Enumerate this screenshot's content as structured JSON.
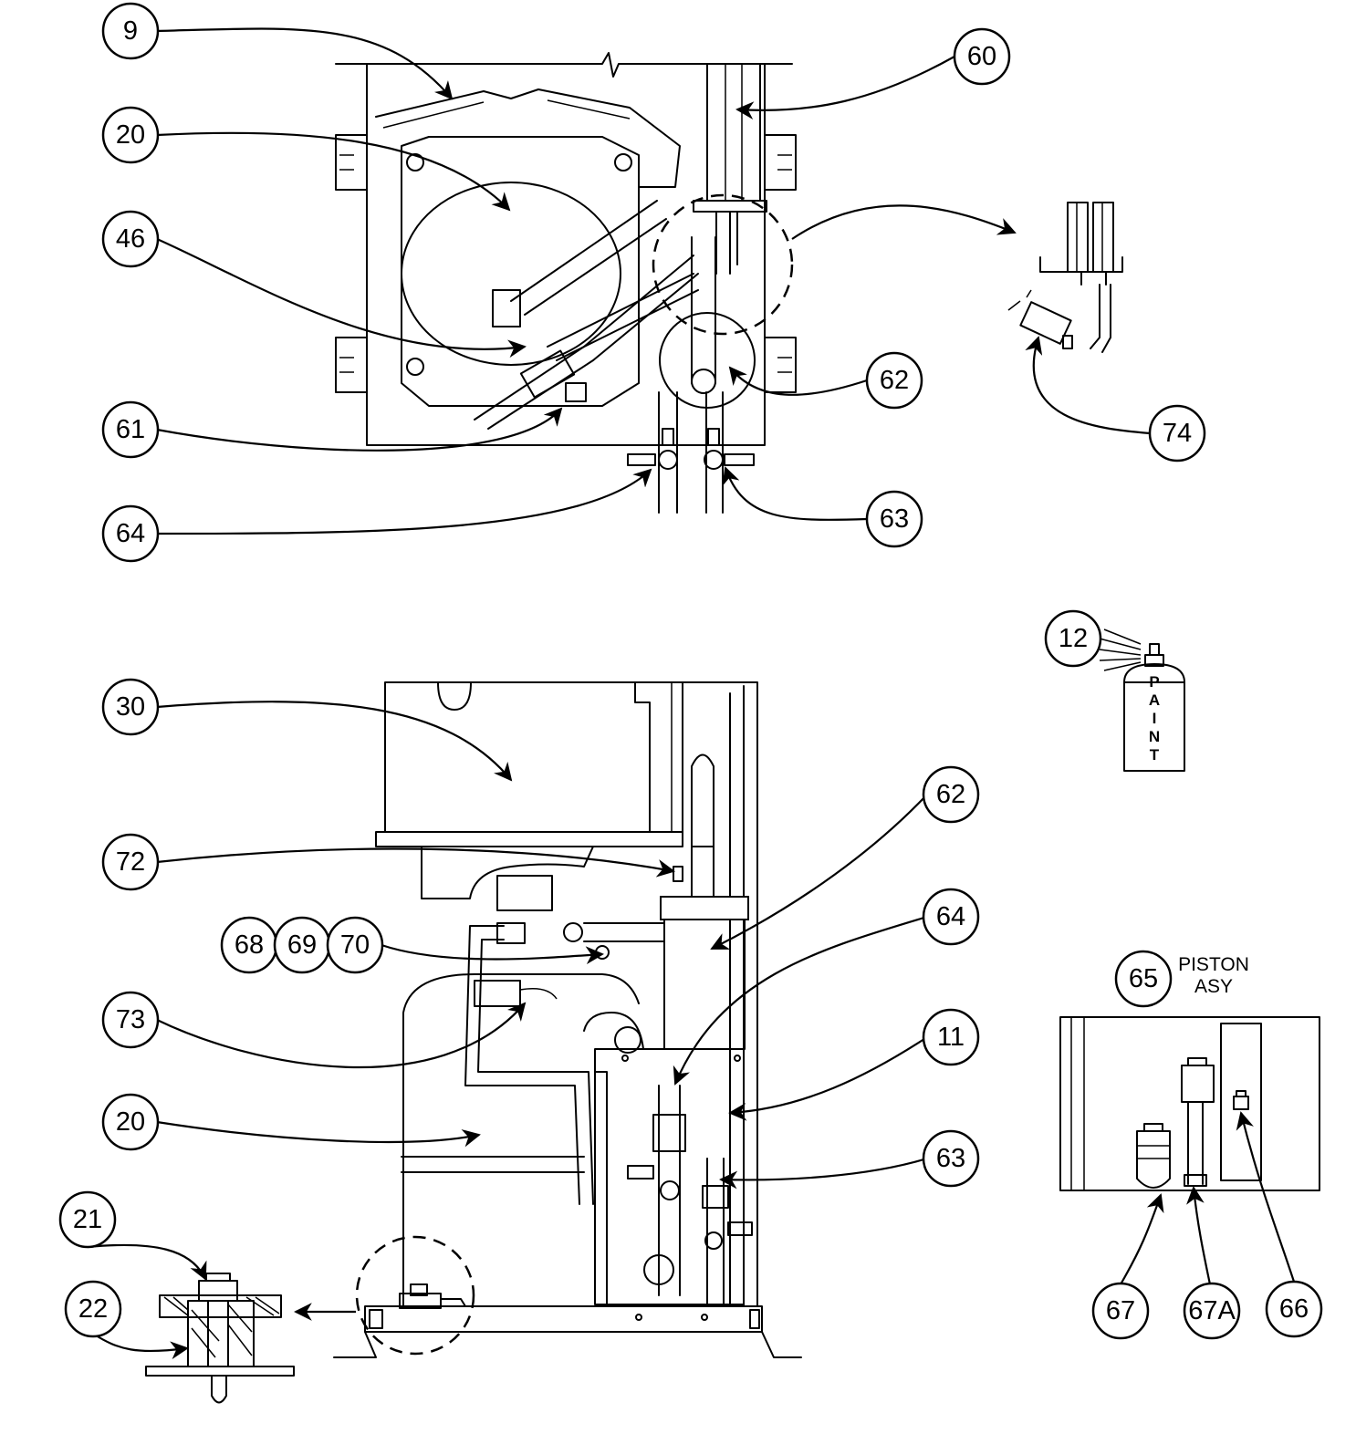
{
  "callouts": {
    "c9": "9",
    "c20a": "20",
    "c46": "46",
    "c61": "61",
    "c64a": "64",
    "c60": "60",
    "c62a": "62",
    "c63a": "63",
    "c74": "74",
    "c12": "12",
    "c30": "30",
    "c72": "72",
    "c68": "68",
    "c69": "69",
    "c70": "70",
    "c73": "73",
    "c20b": "20",
    "c21": "21",
    "c22": "22",
    "c62b": "62",
    "c64b": "64",
    "c11": "11",
    "c63b": "63",
    "c65": "65",
    "c67": "67",
    "c67a": "67A",
    "c66": "66"
  },
  "labels": {
    "piston_line1": "PISTON",
    "piston_line2": "ASY",
    "paint_letters": [
      "P",
      "A",
      "I",
      "N",
      "T"
    ]
  }
}
